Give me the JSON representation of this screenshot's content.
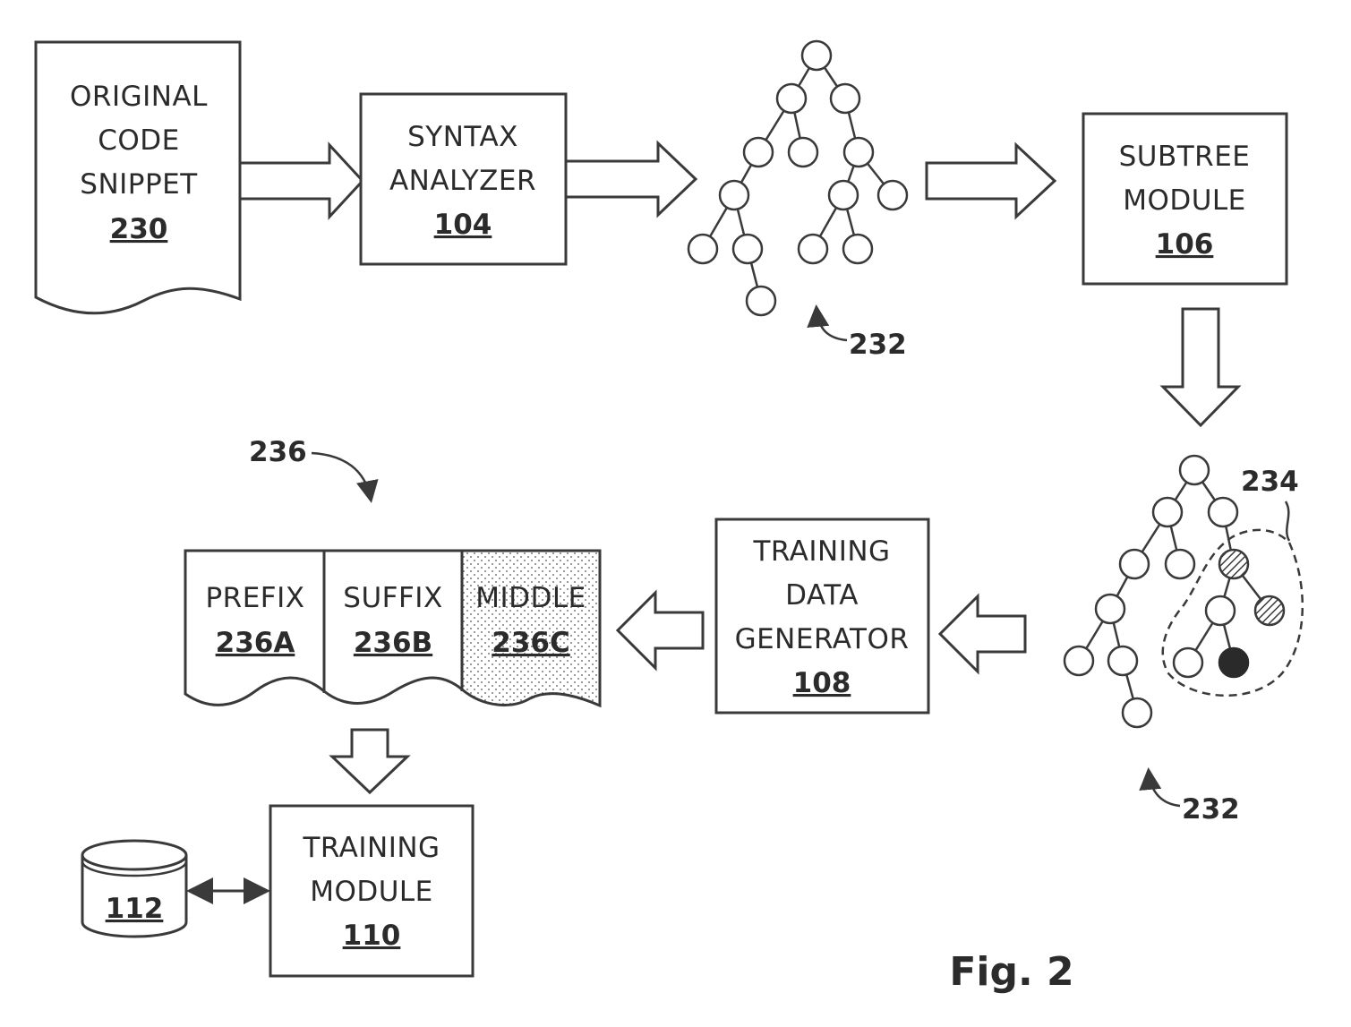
{
  "nodes": {
    "code_snippet": {
      "lines": [
        "ORIGINAL",
        "CODE",
        "SNIPPET"
      ],
      "ref": "230"
    },
    "syntax_analyzer": {
      "lines": [
        "SYNTAX",
        "ANALYZER"
      ],
      "ref": "104"
    },
    "subtree_module": {
      "lines": [
        "SUBTREE",
        "MODULE"
      ],
      "ref": "106"
    },
    "training_data_generator": {
      "lines": [
        "TRAINING",
        "DATA",
        "GENERATOR"
      ],
      "ref": "108"
    },
    "training_module": {
      "lines": [
        "TRAINING",
        "MODULE"
      ],
      "ref": "110"
    },
    "database": {
      "ref": "112"
    },
    "sample": {
      "ref": "236",
      "prefix": {
        "label": "PREFIX",
        "ref": "236A"
      },
      "suffix": {
        "label": "SUFFIX",
        "ref": "236B"
      },
      "middle": {
        "label": "MIDDLE",
        "ref": "236C"
      }
    }
  },
  "labels": {
    "tree_top": "232",
    "tree_bottom": "232",
    "subtree": "234",
    "figure": "Fig. 2"
  },
  "colors": {
    "line": "#3a3a3a",
    "hatched_node": "#6a6a6a",
    "solid_node": "#2a2a2a",
    "dotted_fill": "#d8d8d8"
  }
}
